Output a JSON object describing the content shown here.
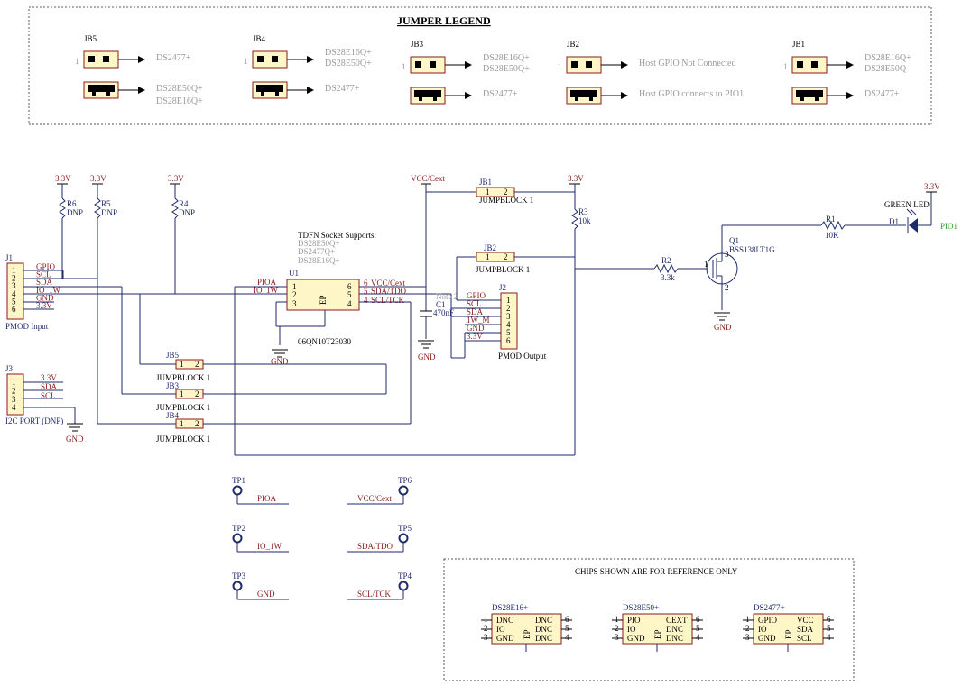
{
  "legend": {
    "title": "JUMPER LEGEND",
    "groups": [
      {
        "name": "JB5",
        "pin": "1",
        "open_text": [
          "DS2477+"
        ],
        "closed_text": [
          "DS28E50Q+",
          "DS28E16Q+"
        ]
      },
      {
        "name": "JB4",
        "pin": "1",
        "open_text": [
          "DS28E16Q+",
          "DS28E50Q+"
        ],
        "closed_text": [
          "DS2477+"
        ]
      },
      {
        "name": "JB3",
        "pin": "1",
        "open_text": [
          "DS28E16Q+",
          "DS28E50Q+"
        ],
        "closed_text": [
          "DS2477+"
        ]
      },
      {
        "name": "JB2",
        "pin": "1",
        "open_text": [
          "Host GPIO Not Connected"
        ],
        "closed_text": [
          "Host GPIO connects to PIO1"
        ]
      },
      {
        "name": "JB1",
        "pin": "1",
        "open_text": [
          "DS28E16Q+",
          "DS28E50Q"
        ],
        "closed_text": [
          "DS2477+"
        ]
      }
    ]
  },
  "power": {
    "v33": "3.3V",
    "vcc": "VCC/Cext",
    "gnd": "GND"
  },
  "resistors": {
    "r6": {
      "ref": "R6",
      "val": "DNP"
    },
    "r5": {
      "ref": "R5",
      "val": "DNP"
    },
    "r4": {
      "ref": "R4",
      "val": "DNP"
    },
    "r3": {
      "ref": "R3",
      "val": "10k"
    },
    "r2": {
      "ref": "R2",
      "val": "3.3k"
    },
    "r1": {
      "ref": "R1",
      "val": "10K"
    }
  },
  "j1": {
    "ref": "J1",
    "name": "PMOD Input",
    "pins": [
      "1",
      "2",
      "3",
      "4",
      "5",
      "6"
    ],
    "nets": [
      "GPIO",
      "SCL",
      "SDA",
      "IO_1W",
      "GND",
      "3.3V"
    ]
  },
  "j3": {
    "ref": "J3",
    "name": "I2C PORT (DNP)",
    "pins": [
      "1",
      "2",
      "3",
      "4"
    ],
    "nets": [
      "3.3V",
      "SDA",
      "SCL"
    ]
  },
  "j2": {
    "ref": "J2",
    "name": "PMOD Output",
    "pins": [
      "1",
      "2",
      "3",
      "4",
      "5",
      "6"
    ],
    "nets": [
      "GPIO",
      "SCL",
      "SDA",
      "1W_M",
      "GND",
      "3.3V"
    ]
  },
  "u1": {
    "ref": "U1",
    "part": "06QN10T23030",
    "ep": "EP",
    "left": [
      "PIOA",
      "IO_1W",
      ""
    ],
    "left_pins": [
      "1",
      "2",
      "3"
    ],
    "right_pins": [
      "6",
      "5",
      "4"
    ],
    "right": [
      "VCC/Cext",
      "SDA/TDO",
      "SCL/TCK"
    ],
    "note_title": "TDFN Socket Supports:",
    "note_items": [
      "DS28E50Q+",
      "DS2477Q+",
      "DS28E16Q+"
    ]
  },
  "c1": {
    "ref": "C1",
    "val": "470nF",
    "note": "Note 2"
  },
  "jumpers": {
    "jb1": {
      "ref": "JB1",
      "name": "JUMPBLOCK 1",
      "p1": "1",
      "p2": "2"
    },
    "jb2": {
      "ref": "JB2",
      "name": "JUMPBLOCK 1",
      "p1": "1",
      "p2": "2"
    },
    "jb3": {
      "ref": "JB3",
      "name": "JUMPBLOCK 1",
      "p1": "1",
      "p2": "2"
    },
    "jb4": {
      "ref": "JB4",
      "name": "JUMPBLOCK 1",
      "p1": "1",
      "p2": "2"
    },
    "jb5": {
      "ref": "JB5",
      "name": "JUMPBLOCK 1",
      "p1": "1",
      "p2": "2"
    }
  },
  "q1": {
    "ref": "Q1",
    "part": "BSS138LT1G",
    "pins": [
      "1",
      "2",
      "3"
    ]
  },
  "d1": {
    "ref": "D1",
    "name": "GREEN LED",
    "net": "PIO1"
  },
  "testpoints": [
    {
      "ref": "TP1",
      "net": "PIOA"
    },
    {
      "ref": "TP2",
      "net": "IO_1W"
    },
    {
      "ref": "TP3",
      "net": "GND"
    },
    {
      "ref": "TP6",
      "net": "VCC/Cext"
    },
    {
      "ref": "TP5",
      "net": "SDA/TDO"
    },
    {
      "ref": "TP4",
      "net": "SCL/TCK"
    }
  ],
  "reference": {
    "title": "CHIPS SHOWN ARE FOR REFERENCE ONLY",
    "chips": [
      {
        "name": "DS28E16+",
        "left": [
          "DNC",
          "IO",
          "GND"
        ],
        "right": [
          "DNC",
          "DNC",
          "DNC"
        ],
        "ep": "EP"
      },
      {
        "name": "DS28E50+",
        "left": [
          "PIO",
          "IO",
          "GND"
        ],
        "right": [
          "CEXT",
          "DNC",
          "DNC"
        ],
        "ep": "EP"
      },
      {
        "name": "DS2477+",
        "left": [
          "GPIO",
          "IO",
          "GND"
        ],
        "right": [
          "VCC",
          "SDA",
          "SCL"
        ],
        "ep": "EP"
      }
    ],
    "lpins": [
      "1",
      "2",
      "3"
    ],
    "rpins": [
      "6",
      "5",
      "4"
    ]
  }
}
